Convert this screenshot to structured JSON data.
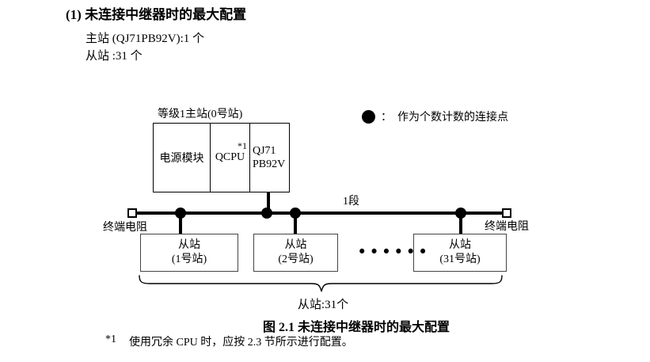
{
  "document": {
    "heading": "(1) 未连接中继器时的最大配置",
    "config_lines": {
      "master": "主站 (QJ71PB92V):1 个",
      "slaves": "从站 :31 个"
    },
    "caption": "图 2.1 未连接中继器时的最大配置",
    "footnote": {
      "marker": "*1",
      "text": "使用冗余 CPU 时，应按 2.3 节所示进行配置。"
    }
  },
  "diagram": {
    "master_station": {
      "label": "等级1主站(0号站)",
      "power_module": "电源模块",
      "cpu": "QCPU",
      "cpu_footnote_ref": "*1",
      "module_line1": "QJ71",
      "module_line2": "PB92V"
    },
    "legend": {
      "separator": "：",
      "label": "作为个数计数的连接点"
    },
    "segment_label": "1段",
    "terminators": {
      "left": "终端电阻",
      "right": "终端电阻"
    },
    "slaves": [
      {
        "line1": "从站",
        "line2": "(1号站)"
      },
      {
        "line1": "从站",
        "line2": "(2号站)"
      },
      {
        "line1": "从站",
        "line2": "(31号站)"
      }
    ],
    "ellipsis": "••••••",
    "slave_count_label": "从站:31个",
    "colors": {
      "line": "#000000",
      "background": "#ffffff"
    }
  }
}
